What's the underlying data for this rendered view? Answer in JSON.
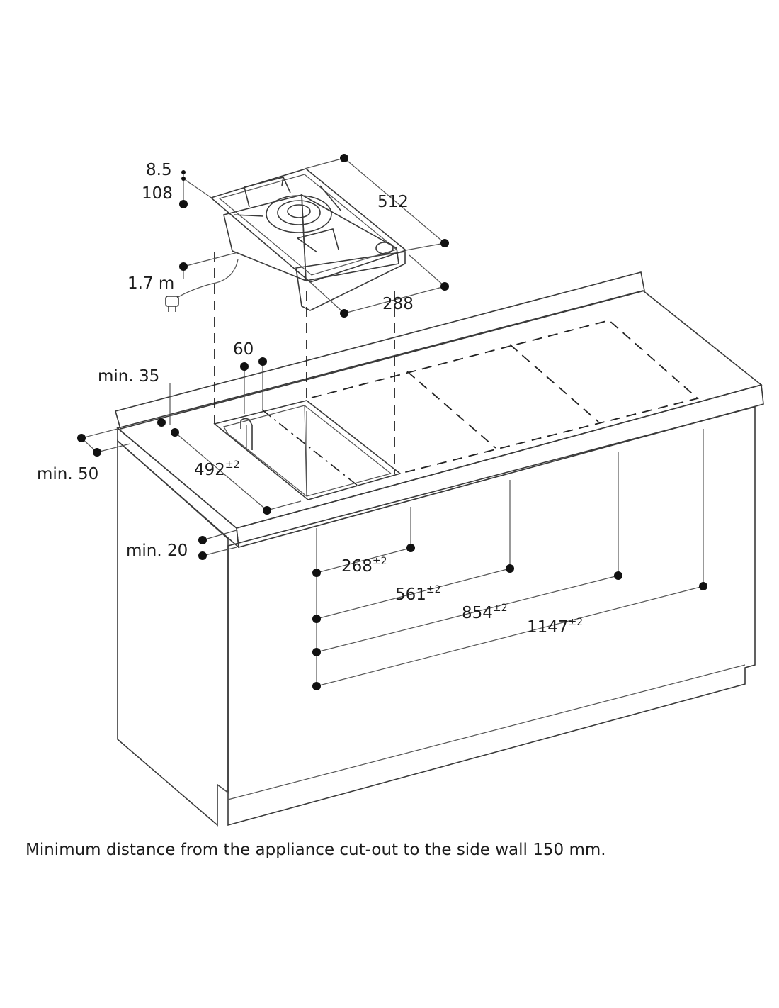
{
  "dimensions": {
    "d_8_5": "8.5",
    "d_108": "108",
    "d_512": "512",
    "d_1_7m": "1.7 m",
    "d_288": "288",
    "d_60": "60",
    "min35": "min. 35",
    "min50": "min. 50",
    "d_492": {
      "value": "492",
      "tol": "±2"
    },
    "min20": "min. 20",
    "d_268": {
      "value": "268",
      "tol": "±2"
    },
    "d_561": {
      "value": "561",
      "tol": "±2"
    },
    "d_854": {
      "value": "854",
      "tol": "±2"
    },
    "d_1147": {
      "value": "1147",
      "tol": "±2"
    }
  },
  "caption": "Minimum distance from the appliance cut-out to the side wall 150 mm.",
  "icons": {
    "plug": "plug-icon"
  }
}
